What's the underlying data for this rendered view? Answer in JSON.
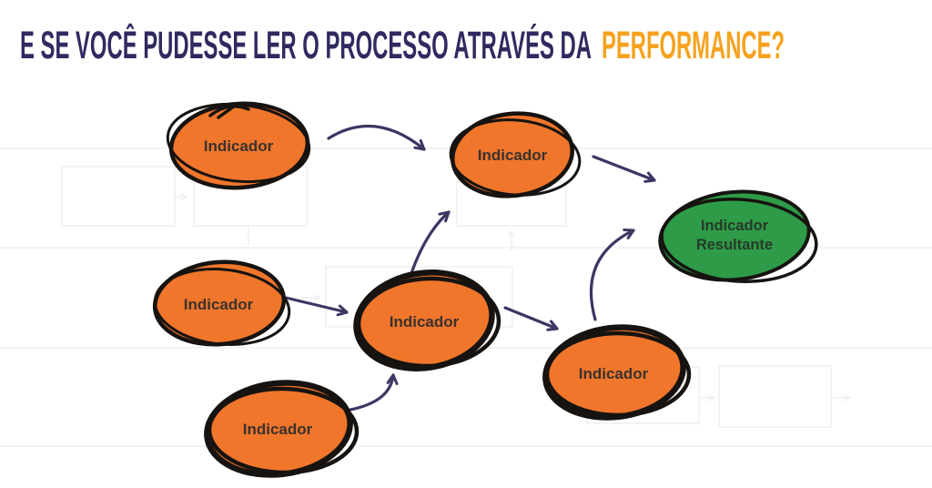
{
  "slide": {
    "title": {
      "text_prefix": "E SE VOCÊ PUDESSE LER O PROCESSO ATRAVÉS DA",
      "text_highlight": "PERFORMANCE?"
    },
    "colors": {
      "title_navy": "#2F2A60",
      "title_orange": "#F6A21E",
      "blob_orange": "#F0762B",
      "blob_green": "#2E9B48",
      "ink": "#161310",
      "label_ink": "#3A322E",
      "label_green_ink": "#263A28",
      "arrow_navy": "#3B3663",
      "faint_line": "#EFEFEF"
    },
    "blobs": [
      {
        "id": "top-left",
        "label": "Indicador"
      },
      {
        "id": "top-center",
        "label": "Indicador"
      },
      {
        "id": "mid-left",
        "label": "Indicador"
      },
      {
        "id": "center",
        "label": "Indicador"
      },
      {
        "id": "bottom-left",
        "label": "Indicador"
      },
      {
        "id": "bottom-right",
        "label": "Indicador"
      },
      {
        "id": "resultant",
        "label_line1": "Indicador",
        "label_line2": "Resultante"
      }
    ]
  }
}
